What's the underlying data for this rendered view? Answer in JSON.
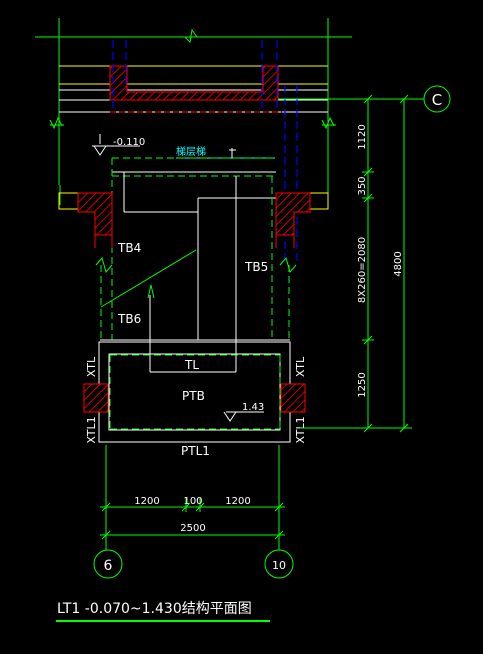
{
  "colors": {
    "background": "#000000",
    "green": "#00ff00",
    "white": "#ffffff",
    "yellow": "#ffff00",
    "red": "#ff0000",
    "blue": "#0000ff",
    "cyan": "#00ffff",
    "magenta": "#ff00ff"
  },
  "axis_bubbles": {
    "c": "C",
    "six": "6",
    "ten": "10"
  },
  "levels": {
    "top_elevation": "-0.110",
    "stair_label": "梯层梯",
    "landing_elevation": "1.43"
  },
  "members": {
    "tb4": "TB4",
    "tb5": "TB5",
    "tb6": "TB6",
    "tl": "TL",
    "ptb": "PTB",
    "ptl1": "PTL1",
    "xtl_left": "XTL",
    "xtl1_left": "XTL1",
    "xtl_right": "XTL",
    "xtl1_right": "XTL1"
  },
  "dimensions": {
    "right": [
      "1120",
      "350",
      "8X260=2080",
      "1250"
    ],
    "right_total": "4800",
    "bottom": [
      "1200",
      "100",
      "1200"
    ],
    "bottom_total": "2500"
  },
  "title": "LT1 -0.070~1.430结构平面图"
}
